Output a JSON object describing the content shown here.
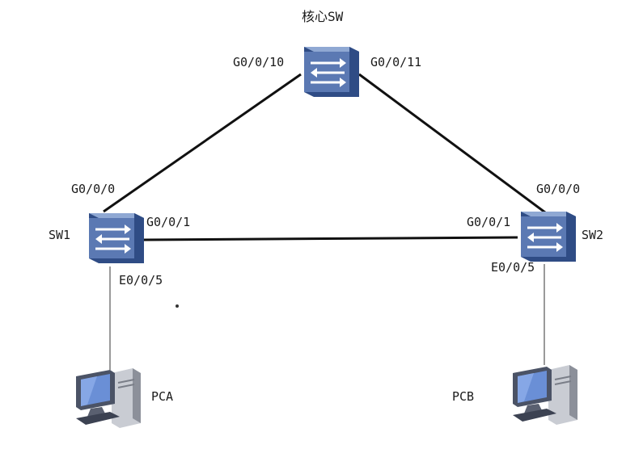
{
  "nodes": {
    "core": {
      "label": "核心SW",
      "icon": "switch-icon"
    },
    "sw1": {
      "label": "SW1",
      "icon": "switch-icon"
    },
    "sw2": {
      "label": "SW2",
      "icon": "switch-icon"
    },
    "pca": {
      "label": "PCA",
      "icon": "desktop-pc-icon"
    },
    "pcb": {
      "label": "PCB",
      "icon": "desktop-pc-icon"
    }
  },
  "ports": {
    "core_left": "G0/0/10",
    "core_right": "G0/0/11",
    "sw1_up": "G0/0/0",
    "sw1_right": "G0/0/1",
    "sw1_down": "E0/0/5",
    "sw2_up": "G0/0/0",
    "sw2_left": "G0/0/1",
    "sw2_down": "E0/0/5"
  },
  "colors": {
    "switch_face": "#5b79b3",
    "switch_top": "#8fa8d3",
    "switch_side": "#2f4c85",
    "trunk_link": "#111111",
    "access_link": "#9a9a9a"
  }
}
